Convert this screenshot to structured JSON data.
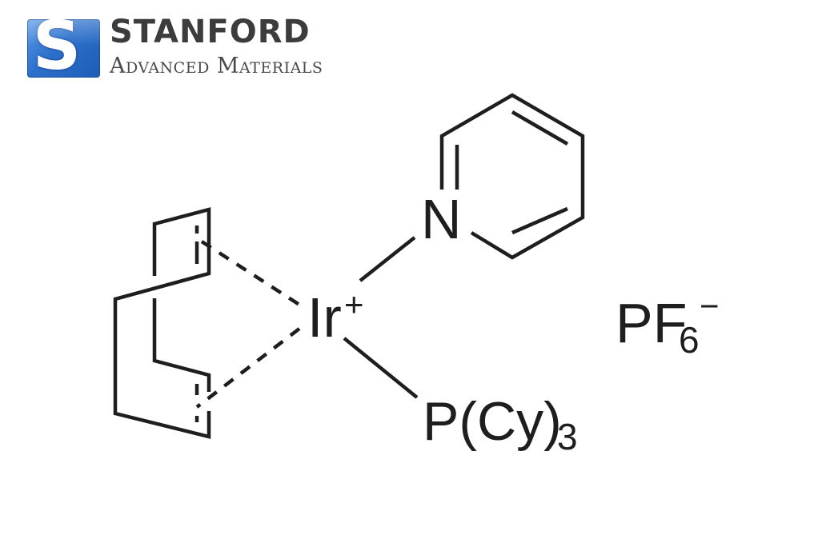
{
  "logo": {
    "icon_letter": "S",
    "brand_name": "STANFORD",
    "brand_subtitle": "Advanced Materials",
    "colors": {
      "icon_blue": "#2c70cc",
      "text_dark": "#3c3c3c"
    }
  },
  "structure": {
    "compound": "(1,5-Cyclooctadiene)(pyridine)(tricyclohexylphosphine)iridium(I) hexafluorophosphate",
    "metal_center": {
      "symbol": "Ir",
      "charge": "+"
    },
    "ligands": {
      "cod": "1,5-cyclooctadiene (η2 dashed coordination x2)",
      "pyridine": {
        "symbol": "N"
      },
      "phosphine": {
        "prefix": "P(Cy)",
        "subscript": "3"
      }
    },
    "counterion": {
      "prefix": "PF",
      "subscript": "6",
      "charge": "−"
    },
    "bond_color": "#1e1e1e"
  }
}
